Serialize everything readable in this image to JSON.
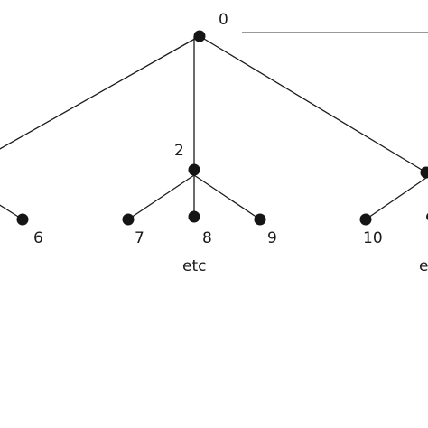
{
  "diagram": {
    "type": "tree",
    "node_color": "#151515",
    "edge_color": "#1a1a1a",
    "nodes": [
      {
        "id": "n0",
        "label": "0"
      },
      {
        "id": "n1",
        "label": ""
      },
      {
        "id": "n2",
        "label": "2"
      },
      {
        "id": "n3",
        "label": ""
      },
      {
        "id": "n6",
        "label": "6"
      },
      {
        "id": "n7",
        "label": "7"
      },
      {
        "id": "n8",
        "label": "8"
      },
      {
        "id": "n9",
        "label": "9"
      },
      {
        "id": "n10",
        "label": "10"
      },
      {
        "id": "n11",
        "label": ""
      }
    ],
    "edges": [
      {
        "from": "n0",
        "to": "n1"
      },
      {
        "from": "n0",
        "to": "n2"
      },
      {
        "from": "n0",
        "to": "n3"
      },
      {
        "from": "n1",
        "to": "n6"
      },
      {
        "from": "n2",
        "to": "n7"
      },
      {
        "from": "n2",
        "to": "n8"
      },
      {
        "from": "n2",
        "to": "n9"
      },
      {
        "from": "n3",
        "to": "n10"
      }
    ],
    "annotations": {
      "etc_center": "etc",
      "etc_right": "e"
    }
  }
}
